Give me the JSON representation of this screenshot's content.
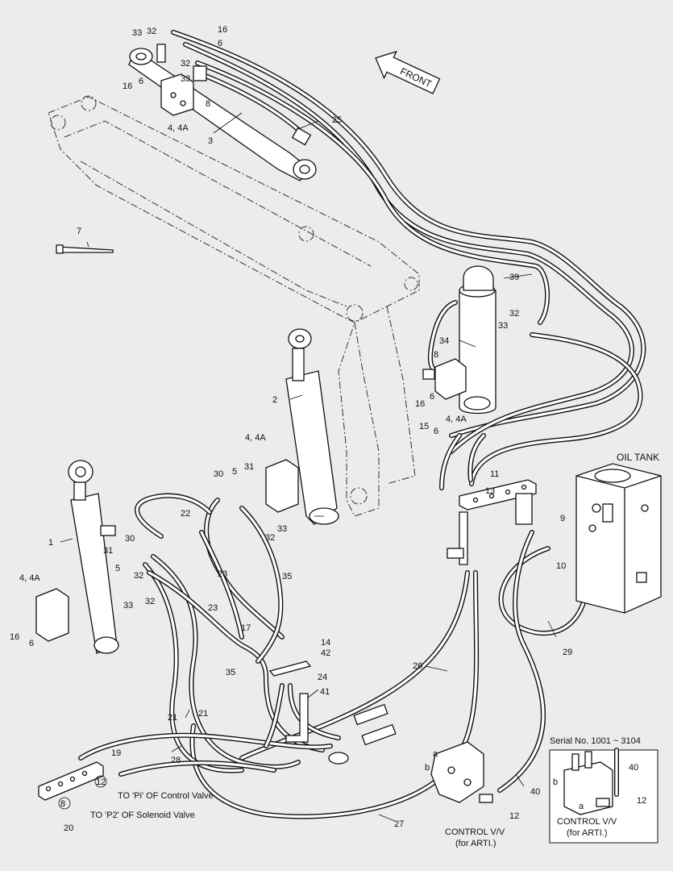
{
  "diagram": {
    "front_label": "FRONT",
    "oil_tank_label": "OIL TANK",
    "inset": {
      "title": "Serial No. 1001 ~ 3104",
      "caption_line1": "CONTROL V/V",
      "caption_line2": "(for ARTI.)",
      "port_a": "a",
      "port_b": "b",
      "callouts": [
        "40",
        "12"
      ]
    },
    "control_valve": {
      "caption_line1": "CONTROL V/V",
      "caption_line2": "(for ARTI.)",
      "port_a": "a",
      "port_b": "b"
    },
    "notes": {
      "to_pi": "TO 'Pi' OF Control Valve",
      "to_p2": "TO 'P2' OF Solenoid Valve"
    },
    "callouts": {
      "c33a": "33",
      "c32a": "32",
      "c16a": "16",
      "c6a": "6",
      "c32b": "32",
      "c33b": "33",
      "c16b": "16",
      "c6b": "6",
      "c8a": "8",
      "c44a_top": "4, 4A",
      "c3": "3",
      "c25": "25",
      "c7": "7",
      "c39": "39",
      "c32c": "32",
      "c33c": "33",
      "c34": "34",
      "c8b": "8",
      "c16c": "16",
      "c6c": "6",
      "c15": "15",
      "c6d": "6",
      "c44a_mid": "4, 4A",
      "c2": "2",
      "c44a_center": "4, 4A",
      "c30a": "30",
      "c5a": "5",
      "c31a": "31",
      "c22": "22",
      "c33d": "33",
      "c32d": "32",
      "c1": "1",
      "c5b": "5",
      "c30b": "30",
      "c31b": "31",
      "c32e": "32",
      "c33e": "33",
      "c32f": "32",
      "c44a_left": "4, 4A",
      "c16d": "16",
      "c6e": "6",
      "c23a": "23",
      "c35a": "35",
      "c23b": "23",
      "c17": "17",
      "c14": "14",
      "c42": "42",
      "c35b": "35",
      "c24": "24",
      "c41": "41",
      "c21a": "21",
      "c21b": "21",
      "c19": "19",
      "c12a": "12",
      "c28": "28",
      "c8c": "8",
      "c20": "20",
      "c27": "27",
      "c26": "26",
      "c11": "11",
      "c13": "13",
      "c9": "9",
      "c10": "10",
      "c29": "29",
      "c40": "40",
      "c12b": "12"
    }
  }
}
